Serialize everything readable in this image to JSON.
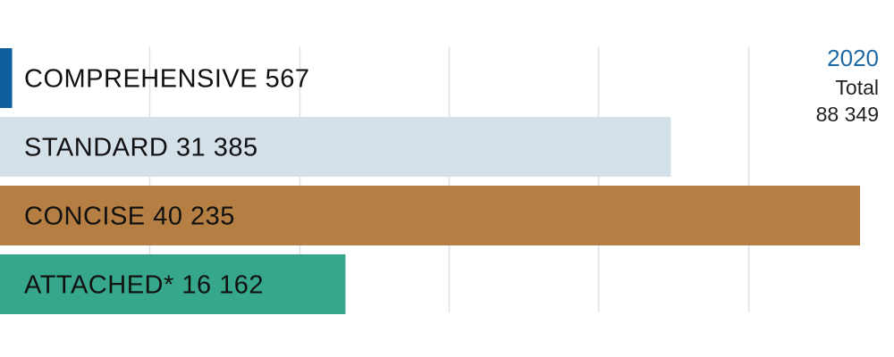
{
  "chart_data": {
    "type": "bar",
    "orientation": "horizontal",
    "year": "2020",
    "total_label": "Total",
    "total_value": "88 349",
    "xlim": [
      0,
      42000
    ],
    "grid": true,
    "categories": [
      "COMPREHENSIVE",
      "STANDARD",
      "CONCISE",
      "ATTACHED*"
    ],
    "values": [
      567,
      31385,
      40235,
      16162
    ],
    "value_labels": [
      "567",
      "31 385",
      "40 235",
      "16 162"
    ],
    "colors": [
      "#0e5f9e",
      "#d5e1e9",
      "#b57f43",
      "#36a78b"
    ]
  }
}
